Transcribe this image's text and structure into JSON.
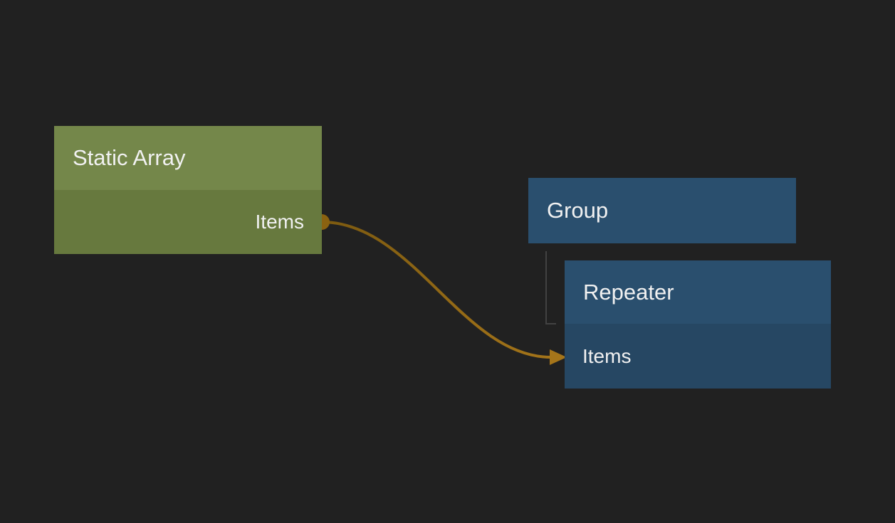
{
  "colors": {
    "bg": "#212121",
    "green-header": "#74874a",
    "green-body": "#67793e",
    "blue-header": "#2a4f6e",
    "blue-body": "#264763",
    "text": "#f1f1f1",
    "wire-start": "#7c5a10",
    "wire-end": "#a5751a",
    "port-dot": "#8a6210",
    "tree-line": "#424242"
  },
  "nodes": [
    {
      "id": "static-array",
      "title": "Static Array",
      "ports": [
        {
          "name": "Items",
          "kind": "output"
        }
      ]
    },
    {
      "id": "group",
      "title": "Group",
      "ports": []
    },
    {
      "id": "repeater",
      "title": "Repeater",
      "ports": [
        {
          "name": "Items",
          "kind": "input"
        }
      ]
    }
  ],
  "connections": [
    {
      "from": "Static Array / Items",
      "to": "Repeater / Items",
      "style": "wire"
    },
    {
      "from": "Group",
      "to": "Repeater",
      "style": "hierarchy"
    }
  ]
}
